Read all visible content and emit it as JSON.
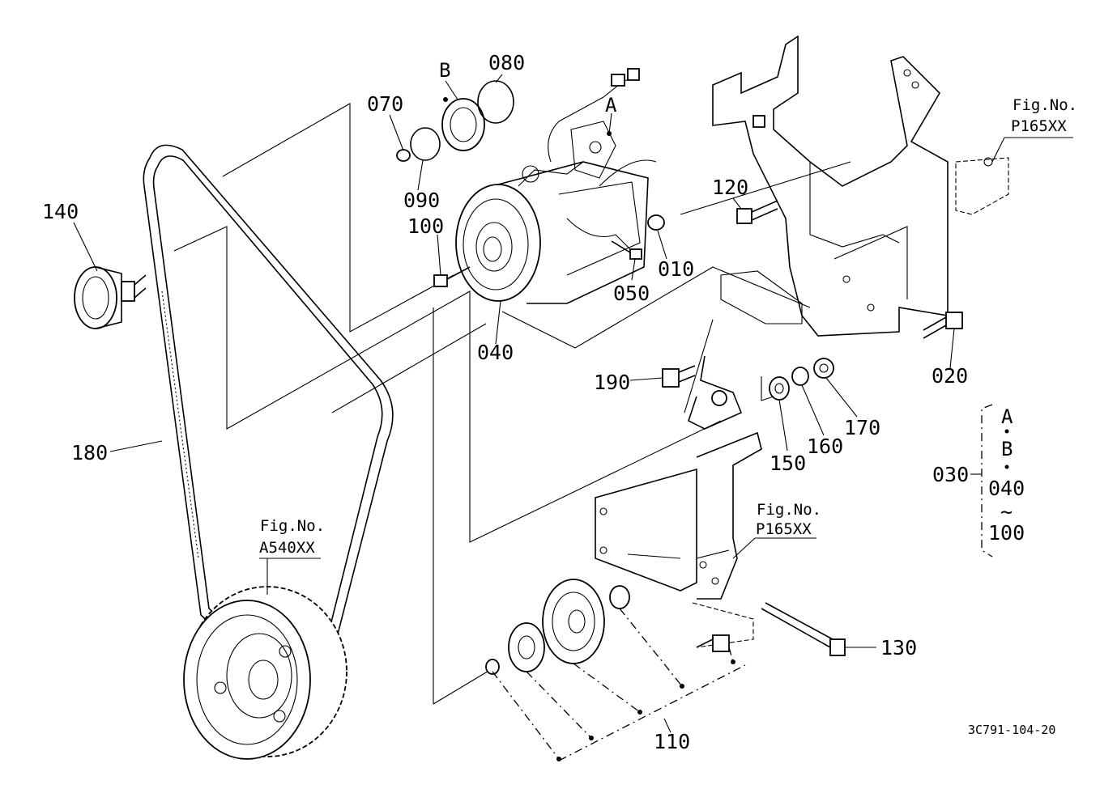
{
  "diagram": {
    "drawing_code": "3C791-104-20",
    "callouts": {
      "p010": "010",
      "p020": "020",
      "p030": "030",
      "p040": "040",
      "p050": "050",
      "p070": "070",
      "p080": "080",
      "p090": "090",
      "p100": "100",
      "p110": "110",
      "p120": "120",
      "p130": "130",
      "p140": "140",
      "p150": "150",
      "p160": "160",
      "p170": "170",
      "p180": "180",
      "p190": "190"
    },
    "markers": {
      "a": "A",
      "b": "B"
    },
    "figure_refs": [
      {
        "label": "Fig.No.",
        "number": "P165XX"
      },
      {
        "label": "Fig.No.",
        "number": "A540XX"
      },
      {
        "label": "Fig.No.",
        "number": "P165XX"
      }
    ],
    "kit_030": {
      "line1": "A",
      "line2": "B",
      "line3": "040",
      "tilde": "~",
      "line4": "100"
    }
  }
}
